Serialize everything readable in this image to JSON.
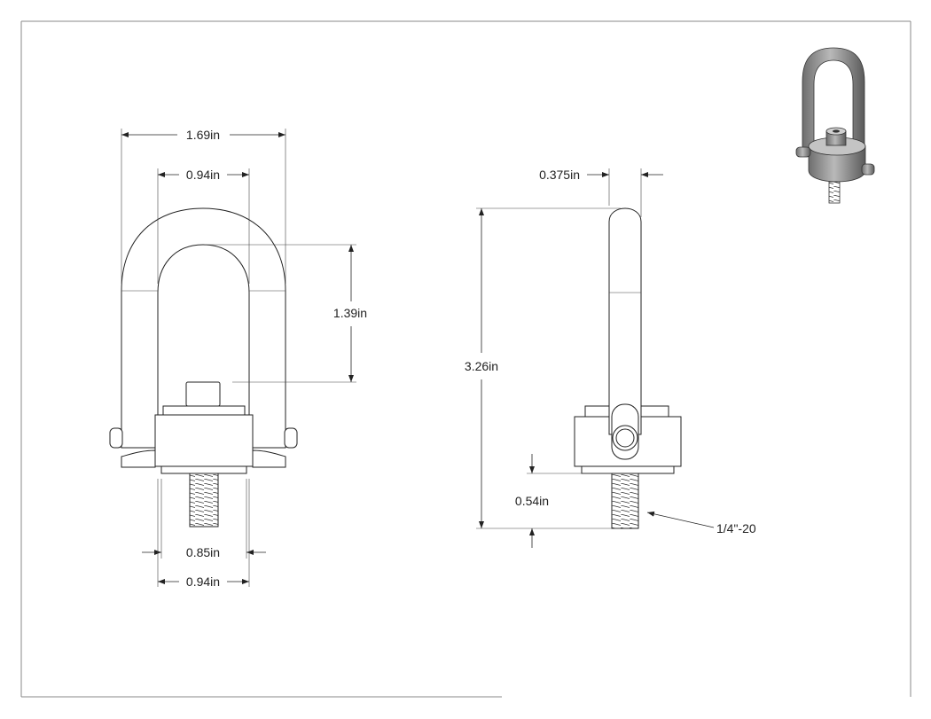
{
  "drawing": {
    "front_view": {
      "overall_width": "1.69in",
      "inner_width": "0.94in",
      "inner_height": "1.39in",
      "base_inner": "0.85in",
      "base_outer": "0.94in"
    },
    "side_view": {
      "bail_thickness": "0.375in",
      "overall_height": "3.26in",
      "thread_length": "0.54in",
      "thread_spec": "1/4\"-20"
    }
  }
}
